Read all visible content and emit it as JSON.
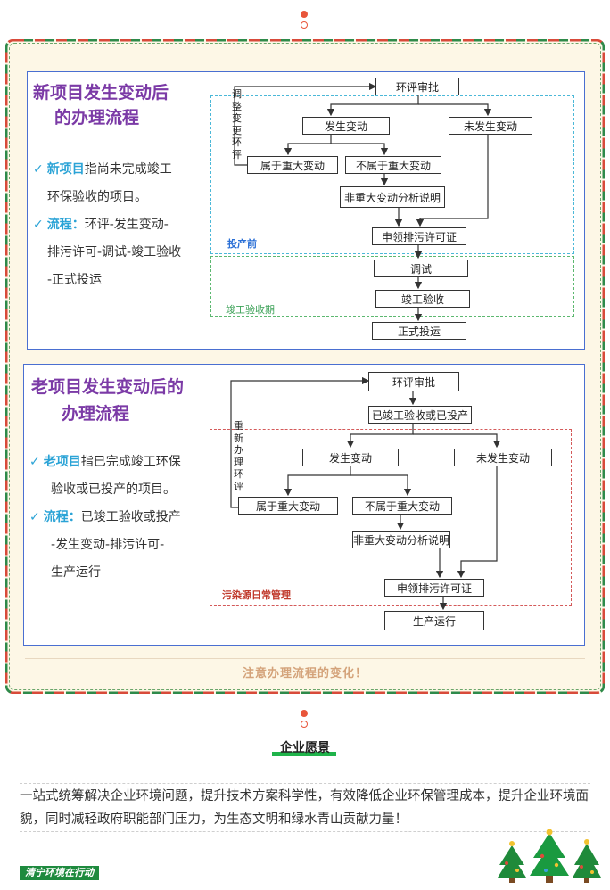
{
  "new_project": {
    "title_line1": "新项目发生变动后",
    "title_line2": "的办理流程",
    "desc1_highlight": "新项目",
    "desc1_rest_a": "指尚未完成竣工",
    "desc1_rest_b": "环保验收的项目。",
    "desc2_highlight": "流程：",
    "desc2_rest_a": "环评-发生变动-",
    "desc2_rest_b": "排污许可-调试-竣工验收",
    "desc2_rest_c": "-正式投运",
    "side_label": [
      "调",
      "整",
      "变",
      "更",
      "环",
      "评"
    ],
    "boxes": {
      "eia": "环评审批",
      "changed": "发生变动",
      "not_changed": "未发生变动",
      "major": "属于重大变动",
      "not_major": "不属于重大变动",
      "analysis": "非重大变动分析说明",
      "permit": "申领排污许可证",
      "debug": "调试",
      "acceptance": "竣工验收",
      "operation": "正式投运"
    },
    "region_before": "投产前",
    "region_acceptance": "竣工验收期"
  },
  "old_project": {
    "title_line1": "老项目发生变动后的",
    "title_line2": "办理流程",
    "desc1_highlight": "老项目",
    "desc1_rest_a": "指已完成竣工环保",
    "desc1_rest_b": "验收或已投产的项目。",
    "desc2_highlight": "流程：",
    "desc2_rest_a": "已竣工验收或投产",
    "desc2_rest_b": "-发生变动-排污许可-",
    "desc2_rest_c": "生产运行",
    "side_label": [
      "重",
      "新",
      "办",
      "理",
      "环",
      "评"
    ],
    "boxes": {
      "eia": "环评审批",
      "completed": "已竣工验收或已投产",
      "changed": "发生变动",
      "not_changed": "未发生变动",
      "major": "属于重大变动",
      "not_major": "不属于重大变动",
      "analysis": "非重大变动分析说明",
      "permit": "申领排污许可证",
      "production": "生产运行"
    },
    "region_daily": "污染源日常管理"
  },
  "note": "注意办理流程的变化！",
  "section_title": "企业愿景",
  "paragraph": "一站式统筹解决企业环境问题，提升技术方案科学性，有效降低企业环保管理成本，提升企业环境面貌，同时减轻政府职能部门压力，为生态文明和绿水青山贡献力量！",
  "tag": "清宁环境在行动",
  "colors": {
    "title_purple": "#7b3aa6",
    "highlight_blue": "#2aa3d6",
    "panel_border": "#4a6fd1",
    "brand_green": "#1e8a3e",
    "accent_red": "#e8553a"
  }
}
